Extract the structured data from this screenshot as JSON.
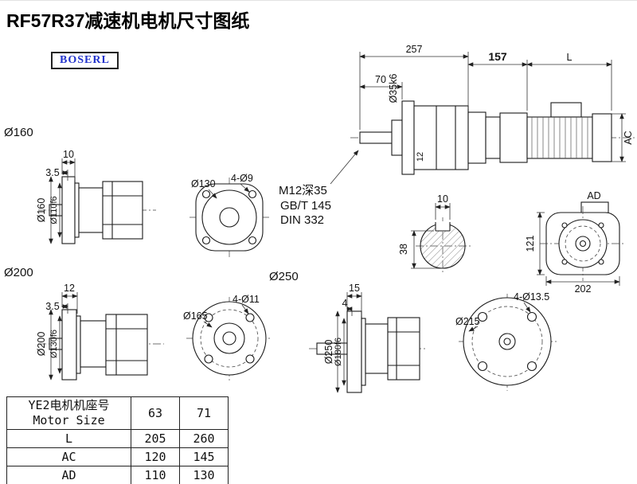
{
  "title": "RF57R37减速机电机尺寸图纸",
  "logo": "BOSERL",
  "assembly": {
    "overall": "257",
    "mid": "157",
    "motor_len": "L",
    "front": "70",
    "shaft_dia": "Ø35k6",
    "ac": "AC",
    "flange_thk": "12"
  },
  "notes": {
    "tap": "M12深35",
    "std1": "GB/T 145",
    "std2": "DIN 332"
  },
  "shaft_section": {
    "key_width": "10",
    "depth": "38"
  },
  "motor_rear": {
    "ad": "AD",
    "height": "121",
    "width": "202"
  },
  "flange160": {
    "label": "Ø160",
    "d1": "10",
    "d2": "3.5",
    "od": "Ø160",
    "spigot": "Ø110f6"
  },
  "face130": {
    "label": "Ø130",
    "holes": "4-Ø9"
  },
  "flange200": {
    "label": "Ø200",
    "d1": "12",
    "d2": "3.5",
    "od": "Ø200",
    "spigot": "Ø130f6"
  },
  "face165": {
    "label": "Ø165",
    "holes": "4-Ø11"
  },
  "flange250": {
    "label": "Ø250",
    "d1": "15",
    "d2": "4",
    "od": "Ø250",
    "spigot": "Ø180f6"
  },
  "face215": {
    "label": "Ø215",
    "holes": "4-Ø13.5"
  },
  "table": {
    "header": {
      "cn": "YE2电机机座号",
      "en": "Motor Size",
      "c1": "63",
      "c2": "71"
    },
    "rows": [
      {
        "label": "L",
        "v1": "205",
        "v2": "260"
      },
      {
        "label": "AC",
        "v1": "120",
        "v2": "145"
      },
      {
        "label": "AD",
        "v1": "110",
        "v2": "130"
      }
    ]
  }
}
